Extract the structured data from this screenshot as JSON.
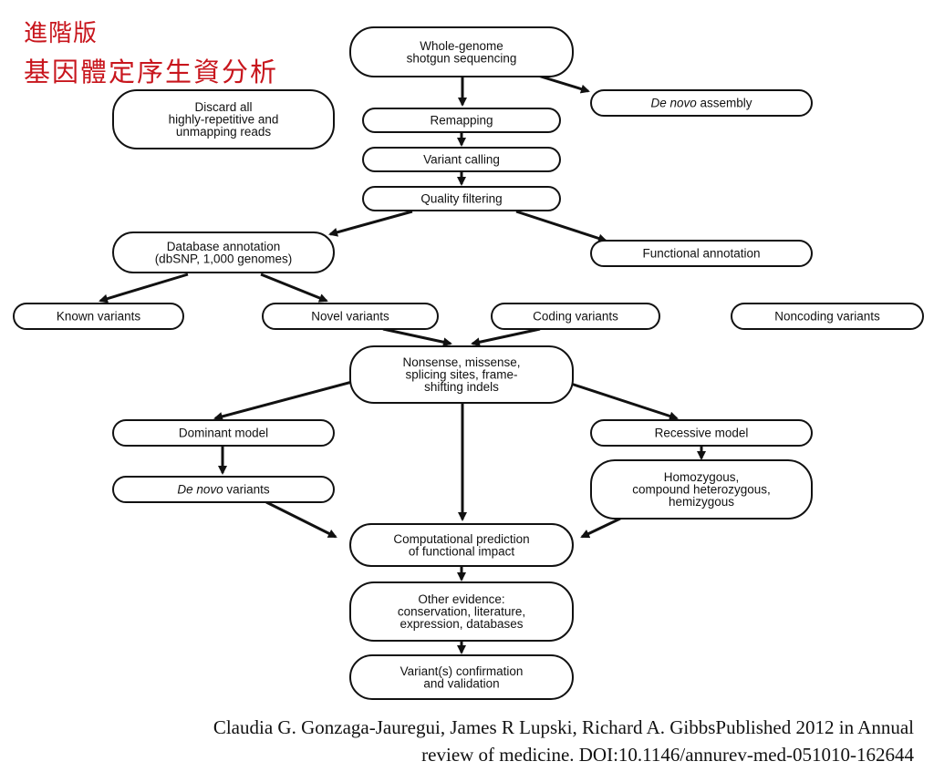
{
  "title": {
    "line1": "進階版",
    "line2": "基因體定序生資分析"
  },
  "nodes": [
    {
      "id": "wgs",
      "lines": [
        "Whole-genome",
        "shotgun sequencing"
      ]
    },
    {
      "id": "denovo-assembly",
      "lines": [
        [
          "De novo",
          "assembly"
        ]
      ]
    },
    {
      "id": "discard",
      "lines": [
        "Discard all",
        "highly-repetitive and",
        "unmapping reads"
      ]
    },
    {
      "id": "remapping",
      "lines": [
        "Remapping"
      ]
    },
    {
      "id": "variant-calling",
      "lines": [
        "Variant calling"
      ]
    },
    {
      "id": "quality-filtering",
      "lines": [
        "Quality filtering"
      ]
    },
    {
      "id": "database-annotation",
      "lines": [
        "Database annotation",
        "(dbSNP, 1,000 genomes)"
      ]
    },
    {
      "id": "functional-annotation",
      "lines": [
        "Functional annotation"
      ]
    },
    {
      "id": "known-variants",
      "lines": [
        "Known variants"
      ]
    },
    {
      "id": "novel-variants",
      "lines": [
        "Novel variants"
      ]
    },
    {
      "id": "coding-variants",
      "lines": [
        "Coding variants"
      ]
    },
    {
      "id": "noncoding-variants",
      "lines": [
        "Noncoding variants"
      ]
    },
    {
      "id": "nonsense",
      "lines": [
        "Nonsense, missense,",
        "splicing sites, frame-",
        "shifting indels"
      ]
    },
    {
      "id": "dominant-model",
      "lines": [
        "Dominant model"
      ]
    },
    {
      "id": "recessive-model",
      "lines": [
        "Recessive model"
      ]
    },
    {
      "id": "denovo-variants",
      "lines": [
        [
          "De novo",
          "variants"
        ]
      ]
    },
    {
      "id": "homozygous",
      "lines": [
        "Homozygous,",
        "compound heterozygous,",
        "hemizygous"
      ]
    },
    {
      "id": "computational-prediction",
      "lines": [
        "Computational prediction",
        "of functional impact"
      ]
    },
    {
      "id": "other-evidence",
      "lines": [
        "Other evidence:",
        "conservation, literature,",
        "expression, databases"
      ]
    },
    {
      "id": "confirmation",
      "lines": [
        "Variant(s) confirmation",
        "and validation"
      ]
    }
  ],
  "edges": [
    [
      "wgs",
      "remapping"
    ],
    [
      "wgs",
      "denovo-assembly"
    ],
    [
      "remapping",
      "discard"
    ],
    [
      "remapping",
      "variant-calling"
    ],
    [
      "variant-calling",
      "quality-filtering"
    ],
    [
      "quality-filtering",
      "database-annotation"
    ],
    [
      "quality-filtering",
      "functional-annotation"
    ],
    [
      "database-annotation",
      "known-variants"
    ],
    [
      "database-annotation",
      "novel-variants"
    ],
    [
      "functional-annotation",
      "coding-variants"
    ],
    [
      "functional-annotation",
      "noncoding-variants"
    ],
    [
      "novel-variants",
      "nonsense"
    ],
    [
      "coding-variants",
      "nonsense"
    ],
    [
      "nonsense",
      "dominant-model"
    ],
    [
      "nonsense",
      "recessive-model"
    ],
    [
      "nonsense",
      "computational-prediction"
    ],
    [
      "dominant-model",
      "denovo-variants"
    ],
    [
      "recessive-model",
      "homozygous"
    ],
    [
      "denovo-variants",
      "computational-prediction"
    ],
    [
      "homozygous",
      "computational-prediction"
    ],
    [
      "computational-prediction",
      "other-evidence"
    ],
    [
      "other-evidence",
      "confirmation"
    ]
  ],
  "citation": {
    "line1": "Claudia G. Gonzaga-Jauregui, James R Lupski, Richard A. GibbsPublished 2012 in Annual",
    "line2": "review of medicine. DOI:10.1146/annurev-med-051010-162644"
  }
}
